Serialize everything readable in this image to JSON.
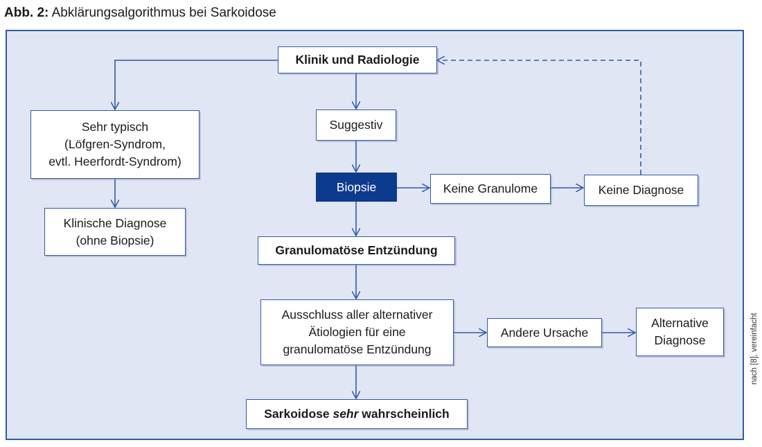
{
  "figure": {
    "label": "Abb. 2:",
    "title": "Abklärungsalgorithmus bei Sarkoidose",
    "credit": "nach [8], vereinfacht"
  },
  "nodes": {
    "klinik": "Klinik und Radiologie",
    "sehr_typisch": [
      "Sehr typisch",
      "(Löfgren-Syndrom,",
      "evtl. Heerfordt-Syndrom)"
    ],
    "klinische_diagnose": [
      "Klinische Diagnose",
      "(ohne Biopsie)"
    ],
    "suggestiv": "Suggestiv",
    "biopsie": "Biopsie",
    "keine_granulome": "Keine Granulome",
    "keine_diagnose": "Keine Diagnose",
    "granulomatoese": "Granulomatöse Entzündung",
    "ausschluss": [
      "Ausschluss aller alternativer",
      "Ätiologien für eine",
      "granulomatöse Entzündung"
    ],
    "andere_ursache": "Andere Ursache",
    "alternative_diagnose": [
      "Alternative",
      "Diagnose"
    ],
    "sarkoidose": {
      "pre": "Sarkoidose ",
      "em": "sehr",
      "post": " wahrscheinlich"
    }
  },
  "colors": {
    "panel_bg": "#e1e6f5",
    "line": "#2f5aa8",
    "highlight": "#0c3a8c"
  }
}
